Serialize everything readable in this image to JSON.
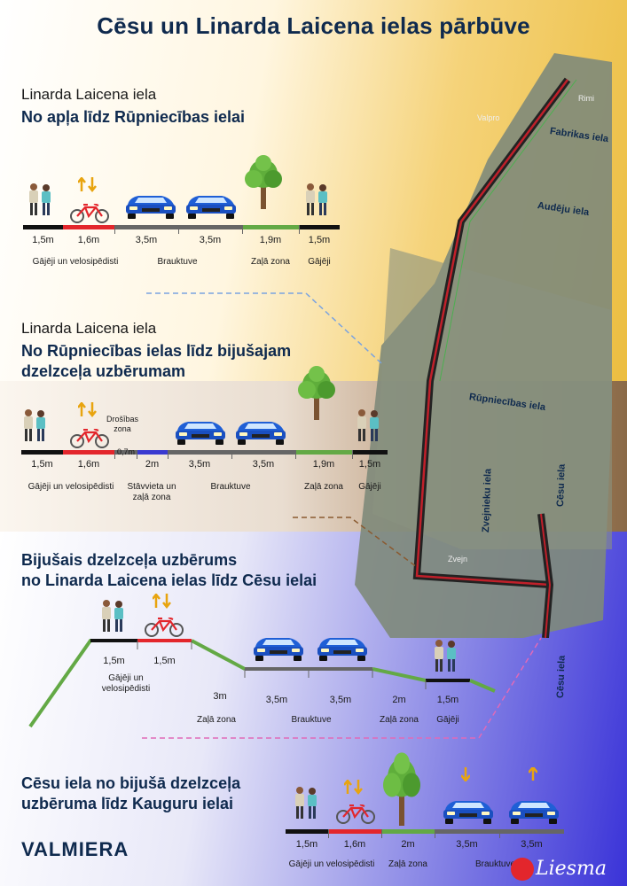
{
  "title": "Cēsu un Linarda Laicena ielas pārbūve",
  "section1": {
    "subtitle": "Linarda Laicena iela",
    "heading": "No apļa līdz Rūpniecības ielai",
    "widths": [
      "1,5m",
      "1,6m",
      "3,5m",
      "3,5m",
      "1,9m",
      "1,5m"
    ],
    "labels": [
      "Gājēji un velosipēdisti",
      "Brauktuve",
      "Zaļā zona",
      "Gājēji"
    ]
  },
  "section2": {
    "subtitle": "Linarda Laicena iela",
    "heading1": "No Rūpniecības ielas līdz bijušajam",
    "heading2": "dzelzceļa uzbērumam",
    "safety_zone": "Drošības zona",
    "widths": [
      "1,5m",
      "1,6m",
      "0,7m",
      "2m",
      "3,5m",
      "3,5m",
      "1,9m",
      "1,5m"
    ],
    "labels": [
      "Gājēji un velosipēdisti",
      "Stāvvieta un zaļā zona",
      "Brauktuve",
      "Zaļā zona",
      "Gājēji"
    ]
  },
  "section3": {
    "heading1": "Bijušais dzelzceļa uzbērums",
    "heading2": "no Linarda Laicena ielas līdz Cēsu ielai",
    "widths": [
      "1,5m",
      "1,5m",
      "3m",
      "3,5m",
      "3,5m",
      "2m",
      "1,5m"
    ],
    "labels": [
      "Gājēji un velosipēdisti",
      "Zaļā zona",
      "Brauktuve",
      "Zaļā zona",
      "Gājēji"
    ]
  },
  "section4": {
    "heading1": "Cēsu iela no bijušā dzelzceļa",
    "heading2": "uzbēruma līdz Kauguru ielai",
    "widths": [
      "1,5m",
      "1,6m",
      "2m",
      "3,5m",
      "3,5m"
    ],
    "labels": [
      "Gājēji un velosipēdisti",
      "Zaļā zona",
      "Brauktuve"
    ]
  },
  "map": {
    "labels": [
      "Valpro",
      "Rimi",
      "Zvejn"
    ],
    "streets": [
      "Fabrikas iela",
      "Audēju iela",
      "Rūpniecības iela",
      "Zvejnieku iela",
      "Cēsu iela",
      "Cēsu iela"
    ]
  },
  "branding": {
    "logo": "VALMIERA",
    "source": "Liesma"
  },
  "colors": {
    "navy": "#0f2a4e",
    "red_bike": "#e3262c",
    "green": "#63a945",
    "car_blue": "#1f5fd6"
  }
}
